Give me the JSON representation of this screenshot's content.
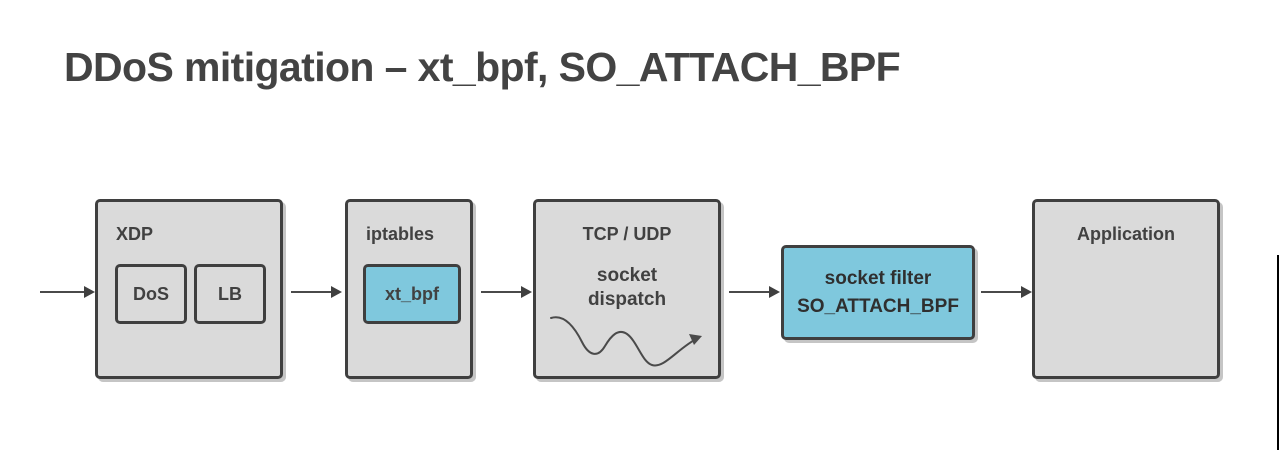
{
  "slide": {
    "title": "DDoS mitigation – xt_bpf, SO_ATTACH_BPF",
    "background_color": "#ffffff",
    "title_color": "#434343"
  },
  "colors": {
    "box_fill_gray": "#dadada",
    "box_fill_blue": "#7fc8dd",
    "box_border": "#3f3f3f",
    "text": "#414141",
    "arrow": "#4a4a4a",
    "edge_rule": "#000000"
  },
  "diagram": {
    "nodes": [
      {
        "id": "xdp",
        "label": "XDP",
        "style": "gray",
        "children": [
          {
            "id": "dos",
            "label": "DoS",
            "style": "gray"
          },
          {
            "id": "lb",
            "label": "LB",
            "style": "gray"
          }
        ]
      },
      {
        "id": "iptables",
        "label": "iptables",
        "style": "gray",
        "children": [
          {
            "id": "xt_bpf",
            "label": "xt_bpf",
            "style": "blue"
          }
        ]
      },
      {
        "id": "tcp_udp",
        "label": "TCP / UDP",
        "style": "gray",
        "body_line_1": "socket",
        "body_line_2": "dispatch",
        "decoration": "wavy-arrow"
      },
      {
        "id": "socket_filter",
        "label": "socket filter",
        "label_2": "SO_ATTACH_BPF",
        "style": "blue"
      },
      {
        "id": "application",
        "label": "Application",
        "style": "gray"
      }
    ],
    "connectors": [
      {
        "id": "in-xdp",
        "from": "ingress",
        "to": "xdp"
      },
      {
        "id": "xdp-iptables",
        "from": "xdp",
        "to": "iptables"
      },
      {
        "id": "iptables-tcpudp",
        "from": "iptables",
        "to": "tcp_udp"
      },
      {
        "id": "tcpudp-socketfilter",
        "from": "tcp_udp",
        "to": "socket_filter"
      },
      {
        "id": "socketfilter-application",
        "from": "socket_filter",
        "to": "application"
      }
    ]
  }
}
